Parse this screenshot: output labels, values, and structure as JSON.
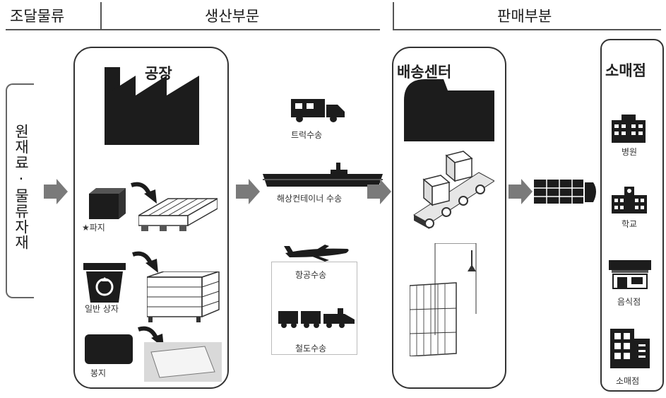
{
  "header": {
    "procurement": "조달물류",
    "production": "생산부문",
    "sales": "판매부분"
  },
  "raw_materials": "원재료·물류자재",
  "factory": {
    "title": "공장",
    "items": [
      "★파지",
      "일반 상자",
      "봉지"
    ]
  },
  "transport": {
    "truck": "트럭수송",
    "ship": "해상컨테이너 수송",
    "air": "항공수송",
    "rail": "철도수송"
  },
  "distribution_center": {
    "title": "배송센터"
  },
  "retail": {
    "title": "소매점",
    "items": [
      "병원",
      "학교",
      "음식점",
      "소매점"
    ]
  },
  "colors": {
    "line": "#333333",
    "fill_dark": "#1c1c1c",
    "arrow": "#7a7a7a"
  }
}
